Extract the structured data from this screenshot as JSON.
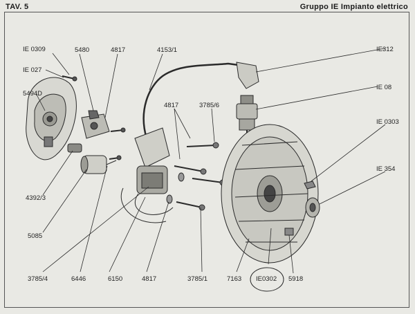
{
  "header": {
    "plate": "TAV. 5",
    "group_title": "Gruppo IE Impianto elettrico"
  },
  "parts": {
    "ie0309": "IE 0309",
    "ie027": "IE 027",
    "p5480": "5480",
    "p4817_top": "4817",
    "p4153_1": "4153/1",
    "ie312": "IE312",
    "ie08": "IE 08",
    "p5494d": "5494D",
    "p4817_mid": "4817",
    "p3785_6": "3785/6",
    "ie0303": "IE 0303",
    "ie354": "IE 354",
    "p4392_3": "4392/3",
    "p5085": "5085",
    "p3785_4": "3785/4",
    "p6446": "6446",
    "p6150": "6150",
    "p4817_bot": "4817",
    "p3785_1": "3785/1",
    "p7163": "7163",
    "ie0302": "IE0302",
    "p5918": "5918"
  }
}
